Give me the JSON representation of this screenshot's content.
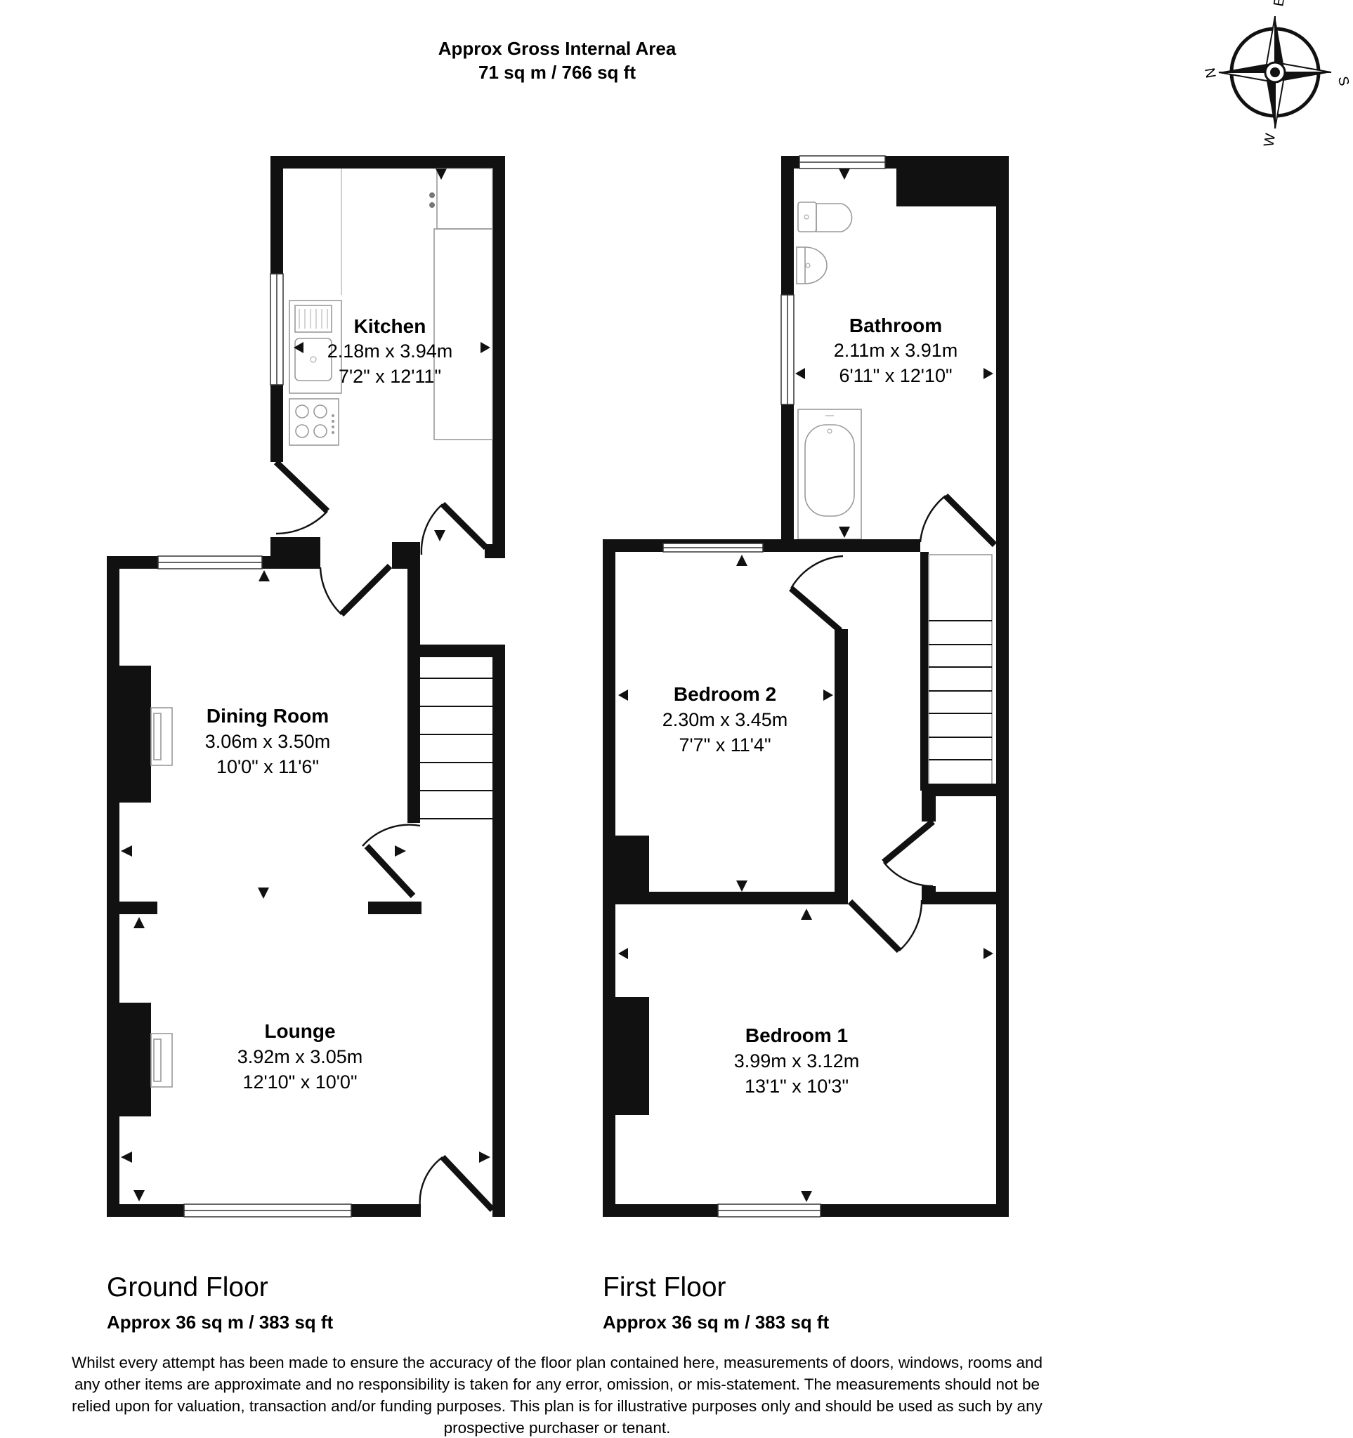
{
  "header": {
    "title_line1": "Approx Gross Internal Area",
    "title_line2": "71 sq m / 766 sq ft"
  },
  "compass": {
    "n": "N",
    "e": "E",
    "s": "S",
    "w": "W"
  },
  "ground_floor": {
    "label": "Ground Floor",
    "area": "Approx 36 sq m / 383 sq ft",
    "rooms": {
      "kitchen": {
        "name": "Kitchen",
        "metric": "2.18m x 3.94m",
        "imperial": "7'2\" x 12'11\""
      },
      "dining": {
        "name": "Dining Room",
        "metric": "3.06m x 3.50m",
        "imperial": "10'0\" x 11'6\""
      },
      "lounge": {
        "name": "Lounge",
        "metric": "3.92m x 3.05m",
        "imperial": "12'10\" x 10'0\""
      }
    }
  },
  "first_floor": {
    "label": "First Floor",
    "area": "Approx 36 sq m / 383 sq ft",
    "rooms": {
      "bathroom": {
        "name": "Bathroom",
        "metric": "2.11m x 3.91m",
        "imperial": "6'11\" x 12'10\""
      },
      "bedroom2": {
        "name": "Bedroom 2",
        "metric": "2.30m x 3.45m",
        "imperial": "7'7\" x 11'4\""
      },
      "bedroom1": {
        "name": "Bedroom 1",
        "metric": "3.99m x 3.12m",
        "imperial": "13'1\" x 10'3\""
      }
    }
  },
  "disclaimer": [
    "Whilst every attempt has been made to ensure the accuracy of the floor plan contained here, measurements of doors, windows, rooms and",
    "any other items are approximate and no responsibility is taken for any error, omission, or mis-statement. The measurements should not be",
    "relied upon for valuation, transaction and/or funding purposes. This plan is for illustrative purposes only and should be used as such by any",
    "prospective purchaser or tenant."
  ]
}
